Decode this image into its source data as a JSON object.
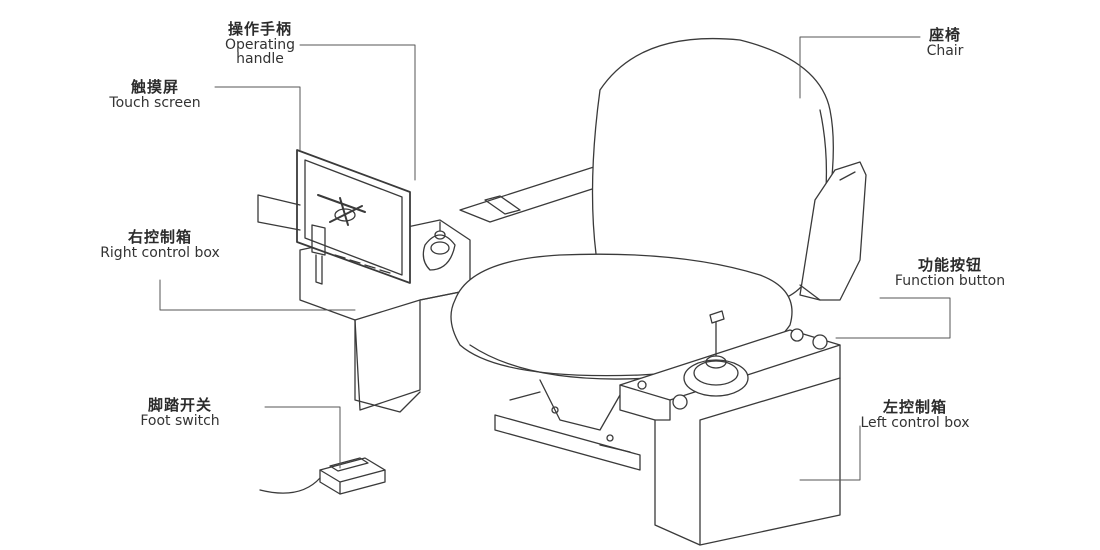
{
  "labels": {
    "operating_handle": {
      "zh": "操作手柄",
      "en_line1": "Operating",
      "en_line2": "handle"
    },
    "touch_screen": {
      "zh": "触摸屏",
      "en": "Touch screen"
    },
    "right_control_box": {
      "zh": "右控制箱",
      "en": "Right control box"
    },
    "foot_switch": {
      "zh": "脚踏开关",
      "en": "Foot switch"
    },
    "chair": {
      "zh": "座椅",
      "en": "Chair"
    },
    "function_button": {
      "zh": "功能按钮",
      "en": "Function button"
    },
    "left_control_box": {
      "zh": "左控制箱",
      "en": "Left control box"
    }
  }
}
